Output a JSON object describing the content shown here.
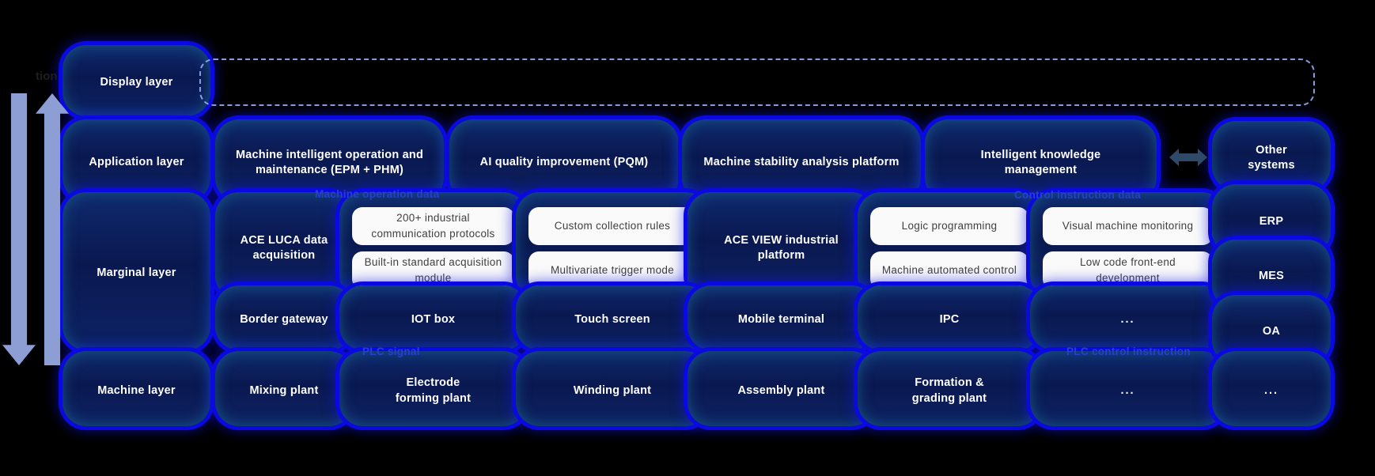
{
  "colors": {
    "background": "#000000",
    "box_blue": "#4143E8",
    "blob_fill": "#0B1C5C",
    "blob_ring": "#0A0AE0",
    "white_box": "#FAFAFA",
    "white_box_text": "#3F3F3F",
    "flow_label_blue": "#2740CF",
    "light_arrow": "#8C9ED3",
    "dark_double_arrow": "#2E4A68",
    "dashed_border": "#8FA3E8"
  },
  "left_edge": {
    "cut_text_fragment": "tion"
  },
  "layer_column": {
    "display": "Display layer",
    "application": "Application layer",
    "marginal": "Marginal layer",
    "machine": "Machine layer"
  },
  "application_row": {
    "epm_phm": "Machine intelligent operation and maintenance (EPM + PHM)",
    "pqm": "AI quality improvement (PQM)",
    "stability": "Machine stability analysis platform",
    "knowledge": "Intelligent knowledge management",
    "other_systems": "Other systems"
  },
  "flow_labels": {
    "machine_operation_data": "Machine operation data",
    "control_instruction_data": "Control instruction data",
    "plc_signal": "PLC signal",
    "plc_control_instruction": "PLC control instruction"
  },
  "marginal_row": {
    "ace_luca": "ACE LUCA data acquisition",
    "ace_view": "ACE VIEW industrial platform",
    "pair_b": [
      "200+ industrial communication protocols",
      "Built-in standard acquisition module"
    ],
    "pair_c": [
      "Custom collection rules",
      "Multivariate trigger mode"
    ],
    "pair_e": [
      "Logic programming",
      "Machine automated control"
    ],
    "pair_f": [
      "Visual machine monitoring",
      "Low code front-end development"
    ]
  },
  "device_row": [
    "Border gateway",
    "IOT box",
    "Touch screen",
    "Mobile terminal",
    "IPC",
    "..."
  ],
  "machine_row": [
    "Mixing plant",
    "Electrode forming plant",
    "Winding plant",
    "Assembly plant",
    "Formation & grading plant",
    "..."
  ],
  "right_column": {
    "items": [
      "ERP",
      "MES",
      "OA",
      "..."
    ]
  }
}
